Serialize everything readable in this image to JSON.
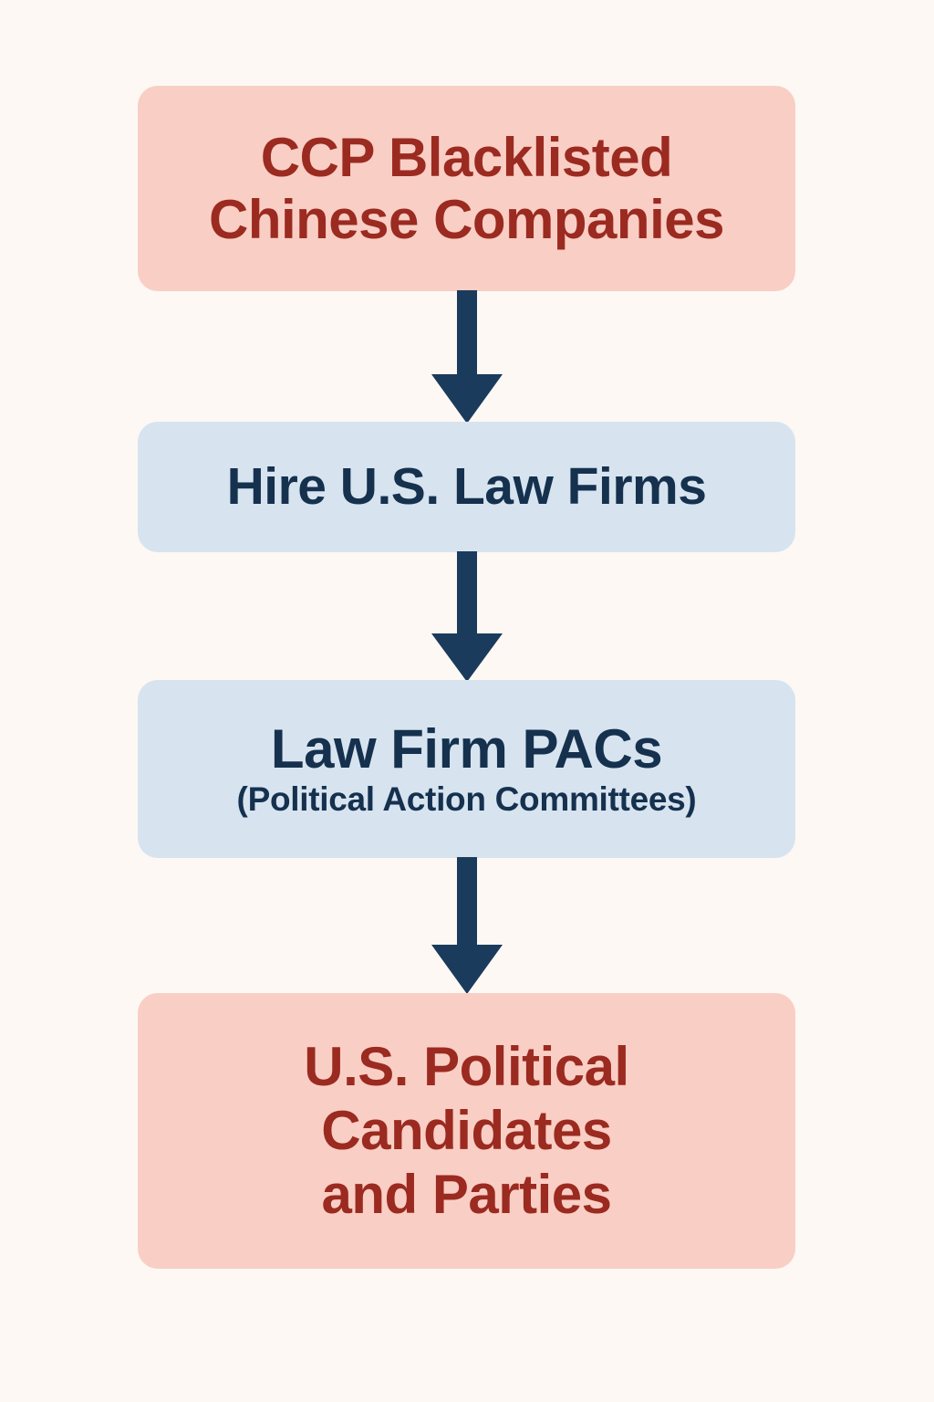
{
  "diagram": {
    "type": "vertical-flowchart",
    "title_text": "",
    "background_color": "#fdf8f4",
    "nodes": [
      {
        "id": "ccp-blacklisted-chinese-companies",
        "title": "CCP Blacklisted\nChinese Companies",
        "line1": "CCP Blacklisted",
        "line2": "Chinese Companies",
        "subtitle": "",
        "fill_color": "#f9cec5",
        "text_color": "#9b2a20"
      },
      {
        "id": "hire-us-law-firms",
        "title": "Hire U.S. Law Firms",
        "line1": "Hire U.S. Law Firms",
        "subtitle": "",
        "fill_color": "#d7e4f0",
        "text_color": "#15314e"
      },
      {
        "id": "law-firm-pacs",
        "title": "Law Firm PACs",
        "line1": "Law Firm PACs",
        "subtitle": "(Political Action Committees)",
        "fill_color": "#d7e4f0",
        "text_color": "#15314e"
      },
      {
        "id": "us-political-candidates-and-parties",
        "title": "U.S. Political\nCandidates\nand Parties",
        "line1": "U.S. Political",
        "line2": "Candidates",
        "line3": "and Parties",
        "subtitle": "",
        "fill_color": "#f9cec5",
        "text_color": "#9b2a20"
      }
    ],
    "connectors": [
      {
        "id": "arrow-1",
        "from": "ccp-blacklisted-chinese-companies",
        "to": "hire-us-law-firms",
        "shape": "down-arrow",
        "color": "#1b3b5c",
        "label": ""
      },
      {
        "id": "arrow-2",
        "from": "hire-us-law-firms",
        "to": "law-firm-pacs",
        "shape": "down-arrow",
        "color": "#1b3b5c",
        "label": ""
      },
      {
        "id": "arrow-3",
        "from": "law-firm-pacs",
        "to": "us-political-candidates-and-parties",
        "shape": "down-arrow",
        "color": "#1b3b5c",
        "label": ""
      }
    ]
  }
}
